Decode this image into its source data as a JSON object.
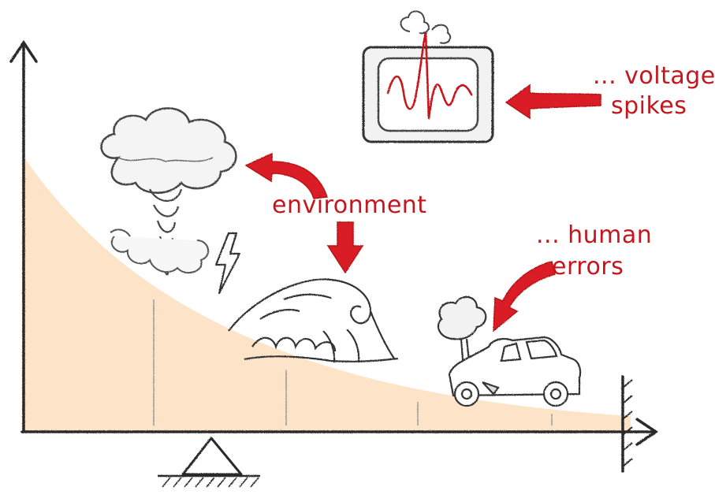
{
  "labels": {
    "voltage_line1": "... voltage",
    "voltage_line2": "spikes",
    "environment": "environment",
    "human_line1": "... human",
    "human_line2": "errors"
  },
  "colors": {
    "accent_red": "#c4161c",
    "curve_fill": "#fde3c8",
    "sketch": "#333333",
    "pencil_gray": "#777777"
  },
  "icons": [
    "storm-cloud-tornado-icon",
    "lightning-bolt-icon",
    "tidal-wave-icon",
    "crashed-car-tree-icon",
    "oscilloscope-icon",
    "fulcrum-triangle-icon"
  ]
}
